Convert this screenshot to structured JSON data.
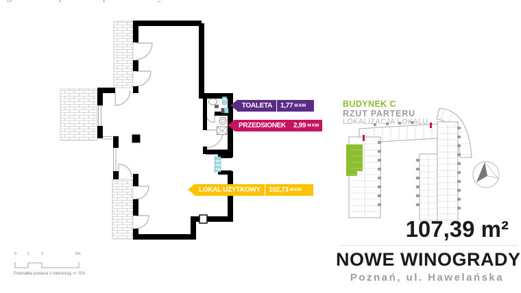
{
  "page": {
    "background": "#ffffff"
  },
  "top_edge_fragment": {
    "letters": [
      "g",
      "p",
      "p",
      "y"
    ]
  },
  "plan": {
    "wall_color": "#000000",
    "window_color": "#9FDCEA",
    "labels": [
      {
        "name": "TOALETA",
        "value": "1,77",
        "unit": "M KW",
        "color": "#5B2B85"
      },
      {
        "name": "PRZEDSIONEK",
        "value": "2,99",
        "unit": "M KW",
        "color": "#C51261"
      },
      {
        "name": "LOKAL UŻYTKOWY",
        "value": "102,73",
        "unit": "M KW",
        "color": "#FFC200"
      }
    ]
  },
  "scale_bar": {
    "ticks": [
      "0",
      "1",
      "2",
      "5m"
    ],
    "caption": "Podziałka podana z tolerancją +/- 5%"
  },
  "panel": {
    "building": "BUDYNEK C",
    "floor": "RZUT PARTERU",
    "location": "LOKALIZACJA LOKALU",
    "area": "107,39 m²",
    "project": "NOWE WINOGRADY",
    "address": "Poznań, ul. Hawelańska",
    "accent_green": "#8CBF2F",
    "accent_magenta": "#C51261",
    "text_gray": "#9D9D9C"
  }
}
